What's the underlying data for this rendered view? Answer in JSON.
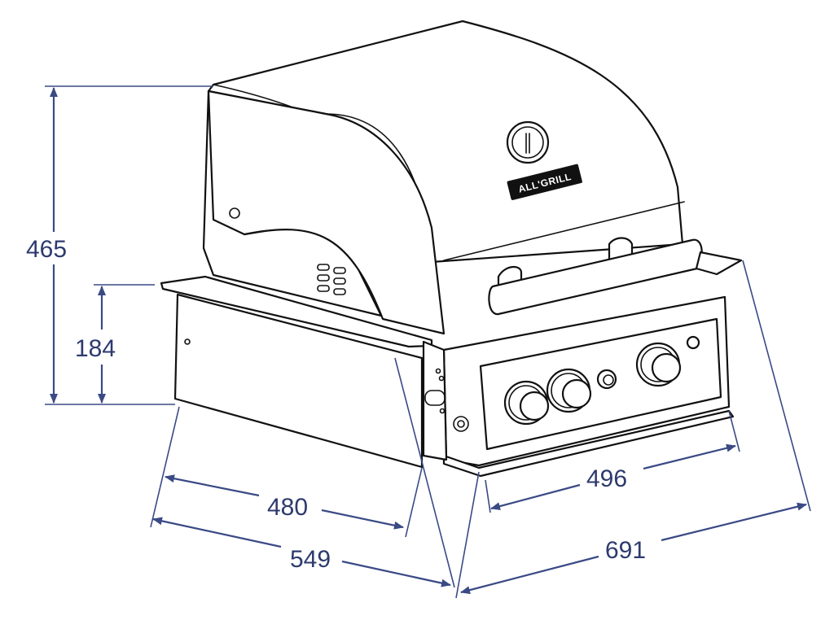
{
  "diagram": {
    "brand_logo": "ALL'GRILL",
    "colors": {
      "dimension": "#2d3a6e",
      "outline": "#111111",
      "background": "#ffffff"
    },
    "dimensions": {
      "total_height": "465",
      "side_panel_height": "184",
      "side_panel_width": "480",
      "overall_depth": "549",
      "front_panel_width": "496",
      "overall_width": "691"
    }
  }
}
